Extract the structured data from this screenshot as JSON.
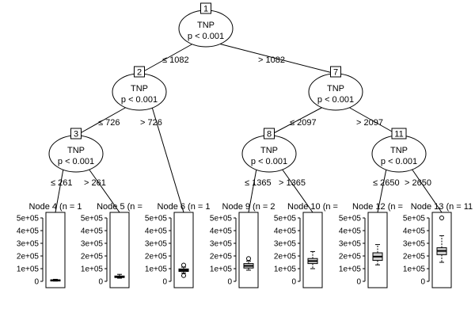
{
  "tree": {
    "inner_nodes": [
      {
        "id": "1",
        "variable": "TNP",
        "p": "p < 0.001"
      },
      {
        "id": "2",
        "variable": "TNP",
        "p": "p < 0.001"
      },
      {
        "id": "3",
        "variable": "TNP",
        "p": "p < 0.001"
      },
      {
        "id": "7",
        "variable": "TNP",
        "p": "p < 0.001"
      },
      {
        "id": "8",
        "variable": "TNP",
        "p": "p < 0.001"
      },
      {
        "id": "11",
        "variable": "TNP",
        "p": "p < 0.001"
      }
    ],
    "edges": [
      {
        "from": "1",
        "to": "2",
        "label": "≤ 1082"
      },
      {
        "from": "1",
        "to": "7",
        "label": "> 1082"
      },
      {
        "from": "2",
        "to": "3",
        "label": "≤ 726"
      },
      {
        "from": "2",
        "to": "6",
        "label": "> 726"
      },
      {
        "from": "3",
        "to": "4",
        "label": "≤ 261"
      },
      {
        "from": "3",
        "to": "5",
        "label": "> 261"
      },
      {
        "from": "7",
        "to": "8",
        "label": "≤ 2097"
      },
      {
        "from": "7",
        "to": "11",
        "label": "> 2097"
      },
      {
        "from": "8",
        "to": "9",
        "label": "≤ 1365"
      },
      {
        "from": "8",
        "to": "10",
        "label": "> 1365"
      },
      {
        "from": "11",
        "to": "12",
        "label": "≤ 2650"
      },
      {
        "from": "11",
        "to": "13",
        "label": "> 2650"
      }
    ],
    "terminal_nodes": [
      {
        "id": "4",
        "title": "Node 4 (n = 1"
      },
      {
        "id": "5",
        "title": "Node 5 (n ="
      },
      {
        "id": "6",
        "title": "Node 6 (n = 1"
      },
      {
        "id": "9",
        "title": "Node 9 (n = 2"
      },
      {
        "id": "10",
        "title": "Node 10 (n ="
      },
      {
        "id": "12",
        "title": "Node 12 (n ="
      },
      {
        "id": "13",
        "title": "Node 13 (n = 11"
      }
    ]
  },
  "chart_data": {
    "type": "boxplot",
    "y_ticks": [
      "5e+05",
      "4e+05",
      "3e+05",
      "2e+05",
      "1e+05",
      "0"
    ],
    "ylim": [
      0,
      520000
    ],
    "boxes": [
      {
        "node": "4",
        "min": 2000,
        "q1": 5000,
        "median": 8000,
        "q3": 12000,
        "max": 16000,
        "outliers": []
      },
      {
        "node": "5",
        "min": 25000,
        "q1": 30000,
        "median": 36000,
        "q3": 42000,
        "max": 55000,
        "outliers": []
      },
      {
        "node": "6",
        "min": 65000,
        "q1": 78000,
        "median": 88000,
        "q3": 98000,
        "max": 112000,
        "outliers": [
          45000,
          128000
        ]
      },
      {
        "node": "9",
        "min": 88000,
        "q1": 105000,
        "median": 122000,
        "q3": 140000,
        "max": 160000,
        "outliers": [
          180000
        ]
      },
      {
        "node": "10",
        "min": 100000,
        "q1": 140000,
        "median": 160000,
        "q3": 180000,
        "max": 235000,
        "outliers": []
      },
      {
        "node": "12",
        "min": 130000,
        "q1": 165000,
        "median": 195000,
        "q3": 225000,
        "max": 290000,
        "outliers": []
      },
      {
        "node": "13",
        "min": 150000,
        "q1": 210000,
        "median": 240000,
        "q3": 265000,
        "max": 360000,
        "outliers": [
          500000
        ]
      }
    ]
  }
}
